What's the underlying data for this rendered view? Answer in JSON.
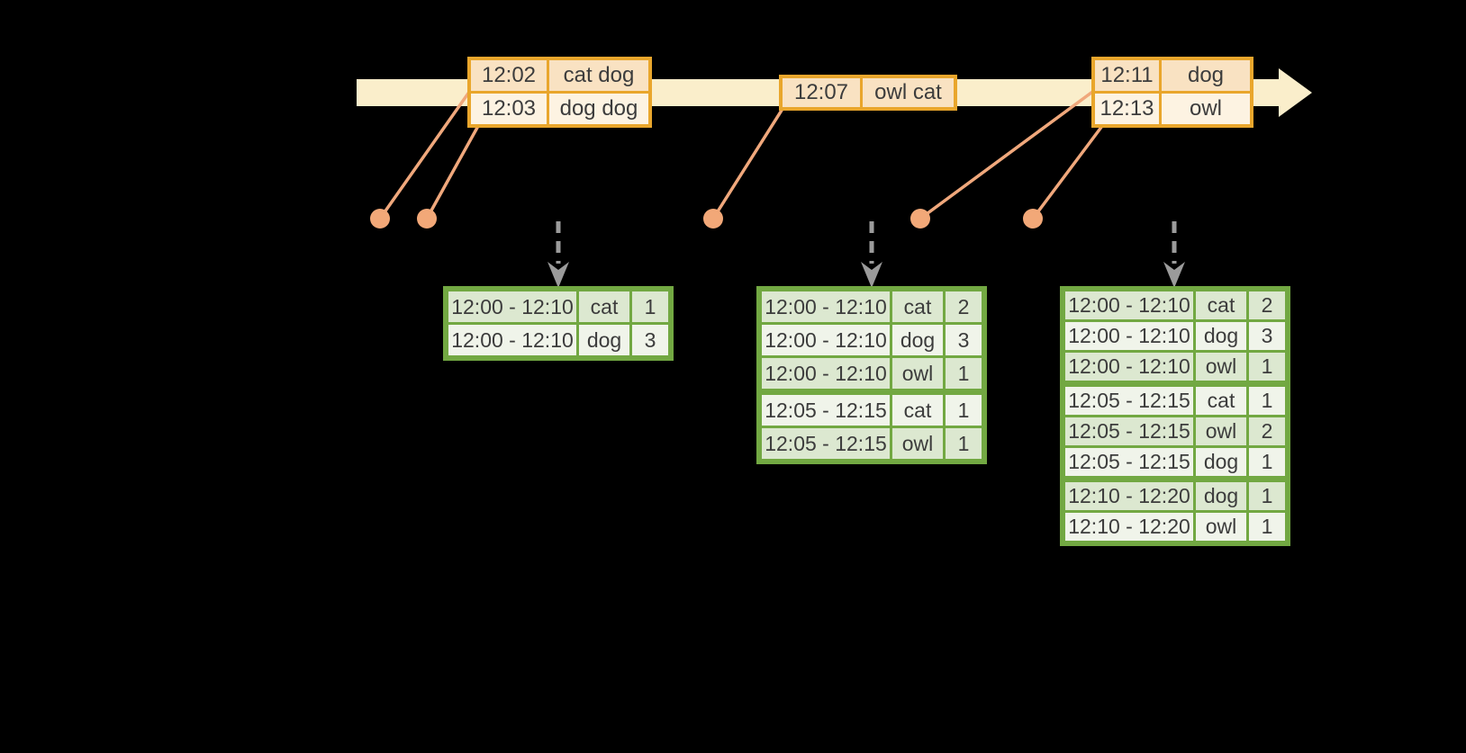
{
  "diagram": {
    "description": "timeline of word events flowing into windowed count result tables",
    "colors": {
      "background": "#000000",
      "timeline_band": "#faeecb",
      "event_table_border": "#e9a62c",
      "event_row_dark": "#f9e2c2",
      "event_row_light": "#fdf3e2",
      "result_table_border": "#72a842",
      "result_row_dark": "#dce8d0",
      "result_row_light": "#f0f4ea",
      "connector": "#f0a87c",
      "dot": "#f2a878",
      "trigger_arrow": "#9b9b9b",
      "text": "#3c3c3c"
    },
    "event_tables": [
      {
        "rows": [
          {
            "time": "12:02",
            "words": "cat dog"
          },
          {
            "time": "12:03",
            "words": "dog dog"
          }
        ]
      },
      {
        "rows": [
          {
            "time": "12:07",
            "words": "owl cat"
          }
        ]
      },
      {
        "rows": [
          {
            "time": "12:11",
            "words": "dog"
          },
          {
            "time": "12:13",
            "words": "owl"
          }
        ]
      }
    ],
    "result_tables": [
      {
        "rows": [
          {
            "window": "12:00 - 12:10",
            "word": "cat",
            "count": "1"
          },
          {
            "window": "12:00 - 12:10",
            "word": "dog",
            "count": "3"
          }
        ]
      },
      {
        "rows": [
          {
            "window": "12:00 - 12:10",
            "word": "cat",
            "count": "2"
          },
          {
            "window": "12:00 - 12:10",
            "word": "dog",
            "count": "3"
          },
          {
            "window": "12:00 - 12:10",
            "word": "owl",
            "count": "1"
          },
          {
            "window": "12:05 - 12:15",
            "word": "cat",
            "count": "1"
          },
          {
            "window": "12:05 - 12:15",
            "word": "owl",
            "count": "1"
          }
        ]
      },
      {
        "rows": [
          {
            "window": "12:00 - 12:10",
            "word": "cat",
            "count": "2"
          },
          {
            "window": "12:00 - 12:10",
            "word": "dog",
            "count": "3"
          },
          {
            "window": "12:00 - 12:10",
            "word": "owl",
            "count": "1"
          },
          {
            "window": "12:05 - 12:15",
            "word": "cat",
            "count": "1"
          },
          {
            "window": "12:05 - 12:15",
            "word": "owl",
            "count": "2"
          },
          {
            "window": "12:05 - 12:15",
            "word": "dog",
            "count": "1"
          },
          {
            "window": "12:10 - 12:20",
            "word": "dog",
            "count": "1"
          },
          {
            "window": "12:10 - 12:20",
            "word": "owl",
            "count": "1"
          }
        ]
      }
    ]
  }
}
